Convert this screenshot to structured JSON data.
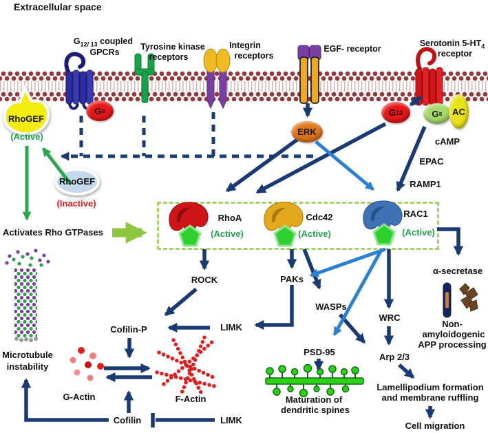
{
  "labels": {
    "title": "Extracellular space",
    "gpcr": {
      "pre": "G",
      "sub": "12/ 13",
      "post": " coupled",
      "line2": "GPCRs"
    },
    "tyrosine": {
      "line1": "Tyrosine kinase",
      "line2": "receptors"
    },
    "integrin": {
      "line1": "Integrin",
      "line2": "receptors"
    },
    "egf": "EGF- receptor",
    "serotonin": {
      "pre": "Serotonin 5-HT",
      "sub": "4",
      "line2": "receptor"
    },
    "g_alpha": {
      "pre": "G",
      "sub": "α"
    },
    "g13": {
      "pre": "G",
      "sub": "13"
    },
    "gs": {
      "pre": "G",
      "sub": "s"
    },
    "ac": "AC",
    "erk": "ERK",
    "rhogef_active": {
      "name": "RhoGEF",
      "state": "(Active)"
    },
    "rhogef_inactive": {
      "name": "RhoGEF",
      "state": "(Inactive)"
    },
    "camp": "cAMP",
    "epac": "EPAC",
    "ramp1": "RAMP1",
    "activates": "Activates Rho GTPases",
    "gtpases": [
      {
        "name": "RhoA",
        "state": "(Active)"
      },
      {
        "name": "Cdc42",
        "state": "(Active)"
      },
      {
        "name": "RAC1",
        "state": "(Active)"
      }
    ],
    "rock": "ROCK",
    "paks": "PAKs",
    "wasps": "WASPs",
    "wrc": "WRC",
    "alpha_secretase": "α-secretase",
    "cofilin_p": "Cofilin-P",
    "limk_mid": "LIMK",
    "psd95": "PSD-95",
    "arp23": "Arp 2/3",
    "microtubule": {
      "line1": "Microtubule",
      "line2": "instability"
    },
    "g_actin": "G-Actin",
    "f_actin": "F-Actin",
    "cofilin": "Cofilin",
    "limk_bottom": "LIMK",
    "maturation": {
      "line1": "Maturation of",
      "line2": "dendritic spines"
    },
    "non_amyloidogenic": {
      "line1": "Non-",
      "line2": "amyloidogenic",
      "line3": "APP processing"
    },
    "lamellipodium": {
      "line1": "Lamellipodium formation",
      "line2": "and membrane ruffling"
    },
    "cell_migration": "Cell migration"
  },
  "colors": {
    "arrow_navy": "#1a3a74",
    "arrow_light_blue": "#2b80d4",
    "arrow_green": "#2aa84e",
    "arrow_light_green": "#8dc63f",
    "gtpase_box_border": "#a8d266",
    "active_state_text": "#1fa44c",
    "inactive_state_text": "#e8191c",
    "membrane_bead": "#96393c",
    "gpcr_blue": "#2d2d9e",
    "tyrosine_green": "#17a24b",
    "integrin_purple": "#7a3fa5",
    "integrin_yellow": "#eebb22",
    "egf_yellow": "#f2a71d",
    "serotonin_red": "#d21418",
    "g_protein_red": "#e81717",
    "gs_green": "#a5d96a",
    "ac_yellow": "#e8e318",
    "erk_orange": "#e0761c",
    "rhoa_red": "#cf1417",
    "cdc42_gold": "#e3a81c",
    "rac1_blue": "#3f72b5",
    "gtp_pentagon_green": "#2ed02e",
    "f_actin_red": "#e21d1d",
    "microtubule_purple": "#7a3fa5",
    "microtubule_green": "#2e9e4f",
    "dendrite_green": "#2ed018"
  },
  "icons": {
    "membrane": "lipid-bilayer-icon",
    "gpcr": "gpcr-helix-bundle-icon",
    "tyrosine_kinase": "tyrosine-kinase-receptor-icon",
    "integrin": "integrin-receptor-icon",
    "egf": "egf-receptor-icon",
    "serotonin": "serotonin-receptor-icon",
    "rhogef": "rhogef-blob-icon",
    "gtp_pentagon": "gtp-pentagon-icon",
    "microtubule": "microtubule-lattice-icon",
    "g_actin": "g-actin-dots-icon",
    "f_actin": "f-actin-filaments-icon",
    "dendrite": "dendritic-spines-icon",
    "app": "app-fragments-icon"
  }
}
